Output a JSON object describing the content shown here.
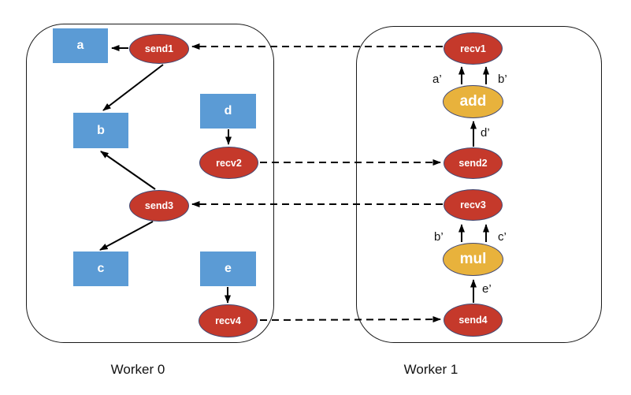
{
  "diagram": {
    "worker0": {
      "label": "Worker 0",
      "data_nodes": {
        "a": "a",
        "b": "b",
        "c": "c",
        "d": "d",
        "e": "e"
      },
      "op_nodes": {
        "send1": "send1",
        "recv2": "recv2",
        "send3": "send3",
        "recv4": "recv4"
      }
    },
    "worker1": {
      "label": "Worker 1",
      "op_nodes": {
        "recv1": "recv1",
        "send2": "send2",
        "recv3": "recv3",
        "send4": "send4"
      },
      "compute_nodes": {
        "add": "add",
        "mul": "mul"
      }
    },
    "edge_labels": {
      "a_prime": "a’",
      "b_prime_top": "b’",
      "d_prime": "d’",
      "b_prime_mid": "b’",
      "c_prime": "c’",
      "e_prime": "e’"
    },
    "colors": {
      "data_node": "#5B9BD5",
      "op_node": "#C5392B",
      "compute_node": "#E8B23C",
      "node_border": "#434A74",
      "node_text": "#FFFFFF",
      "line": "#000000"
    },
    "edges": {
      "solid": [
        {
          "from": "send1",
          "to": "a"
        },
        {
          "from": "send1",
          "to": "b"
        },
        {
          "from": "send3",
          "to": "b"
        },
        {
          "from": "send3",
          "to": "c"
        },
        {
          "from": "d",
          "to": "recv2"
        },
        {
          "from": "e",
          "to": "recv4"
        },
        {
          "from": "add",
          "to": "recv1",
          "label": "a’"
        },
        {
          "from": "add",
          "to": "recv1",
          "label": "b’"
        },
        {
          "from": "send2",
          "to": "add",
          "label": "d’"
        },
        {
          "from": "mul",
          "to": "recv3",
          "label": "b’"
        },
        {
          "from": "mul",
          "to": "recv3",
          "label": "c’"
        },
        {
          "from": "send4",
          "to": "mul",
          "label": "e’"
        }
      ],
      "dashed": [
        {
          "from": "recv1",
          "to": "send1"
        },
        {
          "from": "recv2",
          "to": "send2"
        },
        {
          "from": "recv3",
          "to": "send3"
        },
        {
          "from": "recv4",
          "to": "send4"
        }
      ]
    }
  }
}
